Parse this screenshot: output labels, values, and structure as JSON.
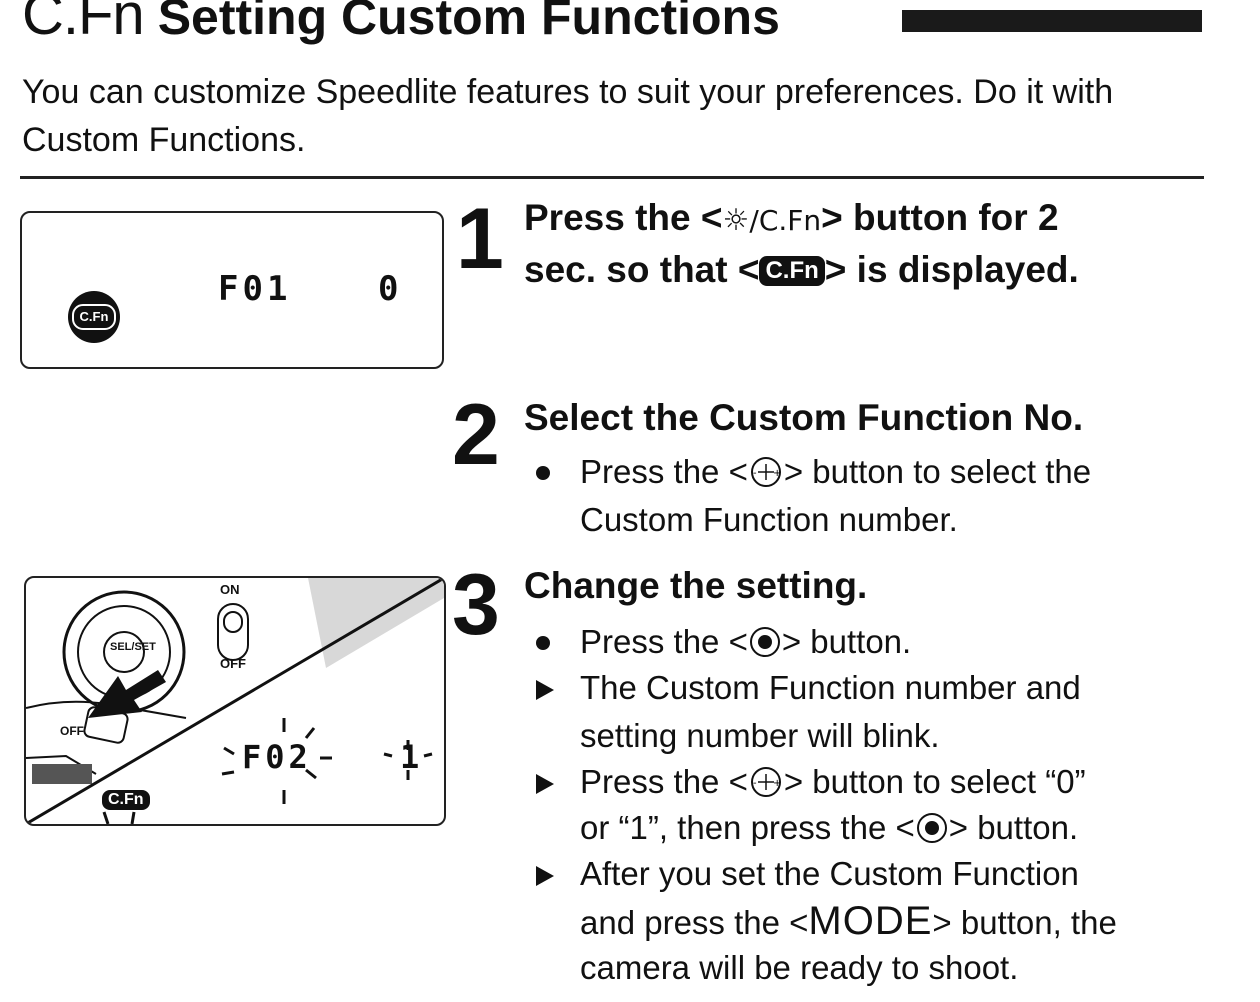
{
  "header": {
    "cfn_label": "C.Fn",
    "title": "Setting Custom Functions",
    "intro": "You can customize Speedlite features to suit your preferences. Do it with Custom Functions."
  },
  "lcd1": {
    "function_no": "F01",
    "setting": "0",
    "badge": "C.Fn"
  },
  "panel2": {
    "on_label": "ON",
    "off_label": "OFF",
    "off_label_left": "OFF",
    "sel_label": "SEL/SET",
    "function_no": "F02",
    "setting": "1",
    "badge": "C.Fn"
  },
  "steps": [
    {
      "number": "1",
      "line1_prefix": "Press the <",
      "line1_button": "/C.Fn",
      "line1_suffix": "> button for 2",
      "line2_prefix": "sec. so that <",
      "line2_badge": "C.Fn",
      "line2_suffix": "> is displayed."
    },
    {
      "number": "2",
      "title": "Select the Custom Function No.",
      "bullets": [
        {
          "pre": "Press the <",
          "post": "> button to select the",
          "line2": "Custom Function number."
        }
      ]
    },
    {
      "number": "3",
      "title": "Change the setting.",
      "b1_pre": "Press the <",
      "b1_post": "> button.",
      "b2_line1": "The Custom Function number and",
      "b2_line2": "setting number will blink.",
      "b3_pre": "Press the <",
      "b3_post": "> button to select “0”",
      "b3_line2_pre": "or “1”, then press the <",
      "b3_line2_post": "> button.",
      "b4_line1": "After you set the Custom Function",
      "b4_line2_pre": "and press the <",
      "b4_mode": "MODE",
      "b4_line2_post": "> button, the",
      "b4_line3": "camera will be ready to shoot."
    }
  ]
}
